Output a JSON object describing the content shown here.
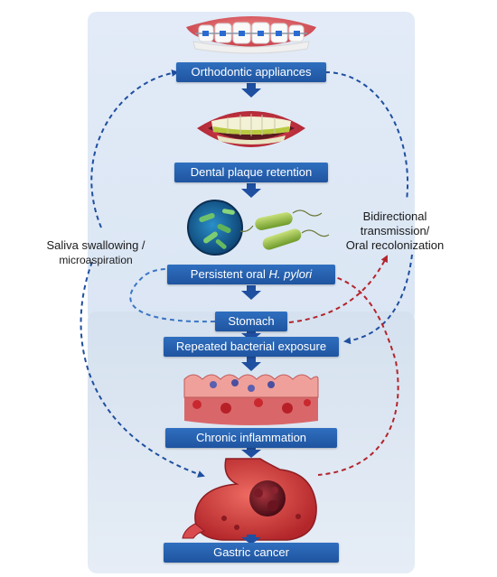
{
  "boxes": {
    "orthodontic": "Orthodontic appliances",
    "plaque": "Dental plaque retention",
    "persistent_prefix": "Persistent oral ",
    "persistent_italic": "H. pylori",
    "stomach": "Stomach",
    "repeated": "Repeated bacterial exposure",
    "inflammation": "Chronic inflammation",
    "cancer": "Gastric cancer"
  },
  "left_label": {
    "line1": "Saliva swallowing /",
    "line2": "microaspiration"
  },
  "right_label": {
    "line1": "Bidirectional",
    "line2": "transmission/",
    "line3": "Oral recolonization"
  },
  "colors": {
    "box_blue": "#2560ad",
    "arrow_blue": "#1f4fa0",
    "arrow_red": "#b3242c"
  },
  "icons": [
    "braces-teeth-icon",
    "plaque-mouth-icon",
    "bacteria-icon",
    "inflamed-mucosa-icon",
    "stomach-tumor-icon"
  ]
}
